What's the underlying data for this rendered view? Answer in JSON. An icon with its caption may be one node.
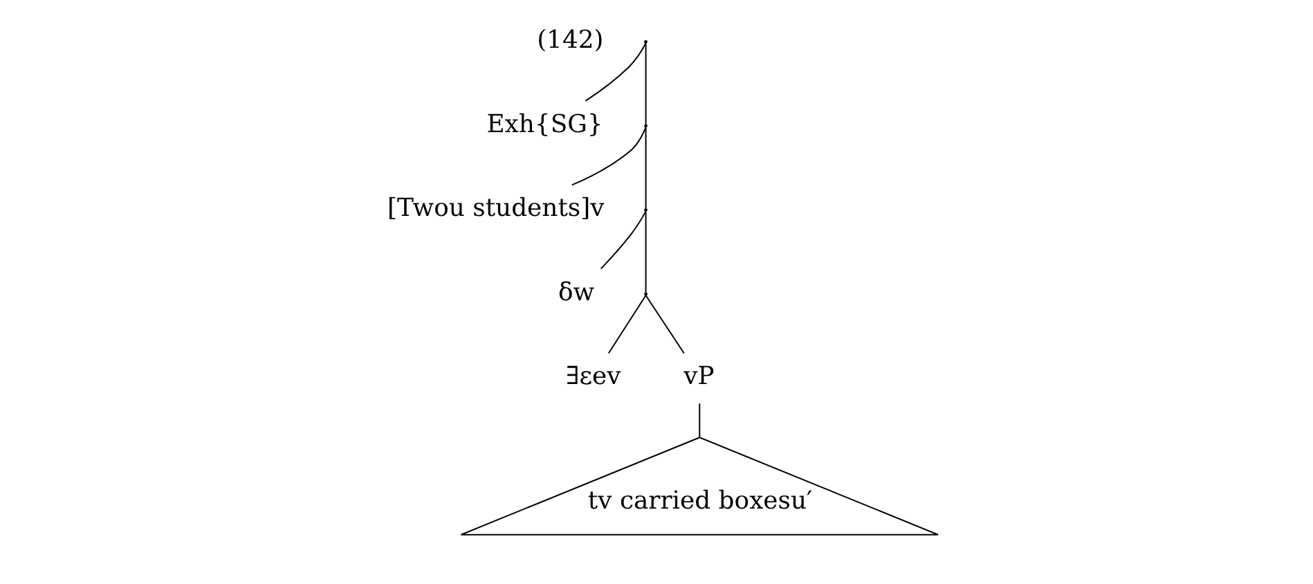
{
  "diagram": {
    "nodes": [
      {
        "text": [],
        "shape": "point"
      },
      {
        "text": [
          "Exh{SG}"
        ]
      },
      {
        "text": [],
        "shape": "point"
      },
      {
        "text": [
          "[Twou students]v"
        ]
      },
      {
        "text": [],
        "shape": "point"
      },
      {
        "text": [
          "δw"
        ]
      },
      {
        "text": [],
        "shape": "point"
      },
      {
        "text": [
          "∃εev"
        ]
      },
      {
        "text": [
          "vP"
        ]
      },
      {
        "text": [
          "tv carried boxesu′"
        ]
      }
    ],
    "edges": [
      {
        "from": 0,
        "to": 1,
        "arrow": "none"
      },
      {
        "from": 0,
        "to": 2,
        "arrow": "none"
      },
      {
        "from": 2,
        "to": 3,
        "arrow": "none"
      },
      {
        "from": 2,
        "to": 4,
        "arrow": "none"
      },
      {
        "from": 4,
        "to": 5,
        "arrow": "none"
      },
      {
        "from": 4,
        "to": 6,
        "arrow": "none"
      },
      {
        "from": 6,
        "to": 7,
        "arrow": "none"
      },
      {
        "from": 6,
        "to": 8,
        "arrow": "none"
      },
      {
        "from": 8,
        "to": 9,
        "arrow": "none"
      }
    ],
    "labels": [
      "(142)"
    ]
  }
}
